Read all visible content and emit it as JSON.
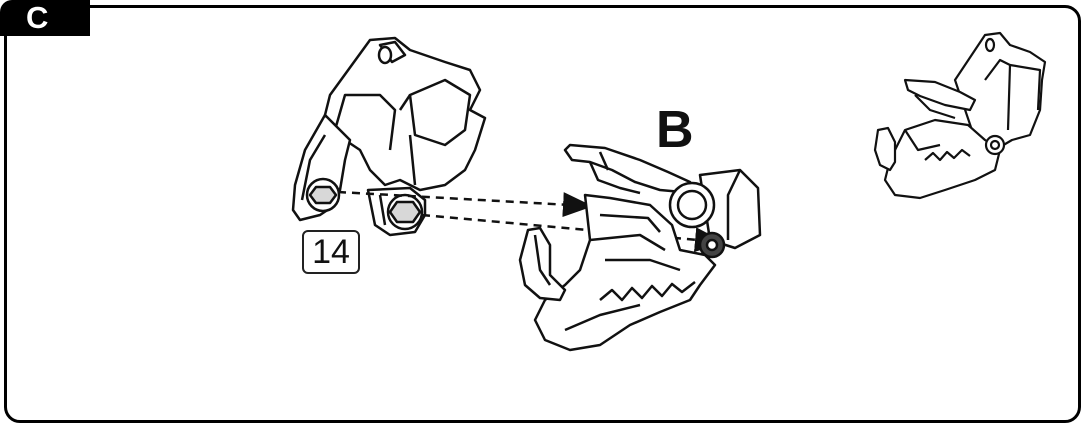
{
  "step": {
    "letter": "C"
  },
  "labels": {
    "part": "B",
    "wrench_size": "14"
  },
  "colors": {
    "ink": "#111111",
    "shade": "#d8d8d8",
    "dark_fill": "#444444",
    "background": "#ffffff"
  },
  "icons": {
    "left_part": "bracket-with-hex-bolts-icon",
    "center_part": "rail-clamp-assembly-icon",
    "right_part": "assembled-clamp-icon",
    "arrow": "dashed-arrow-icon"
  }
}
